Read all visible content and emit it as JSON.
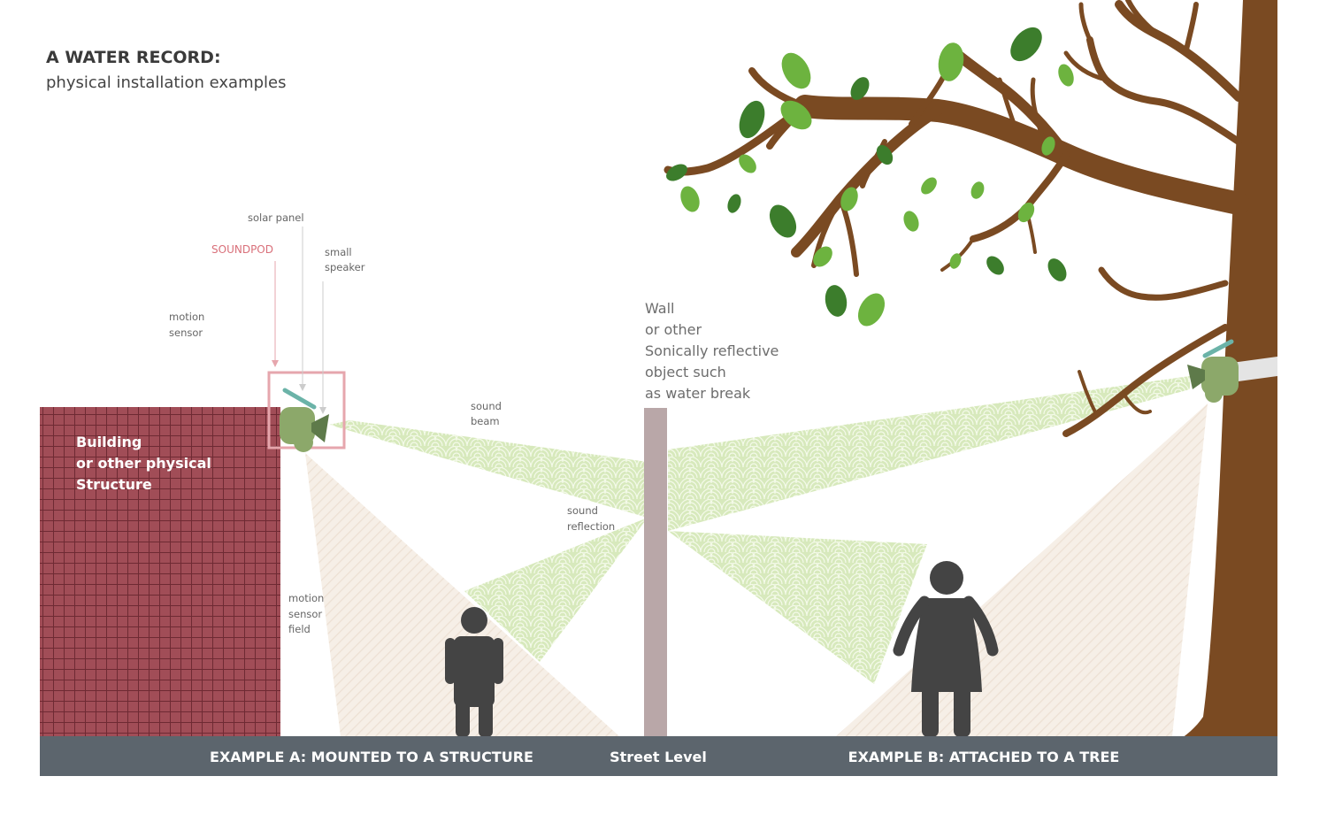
{
  "title": {
    "main": "A WATER RECORD:",
    "sub": "physical installation examples"
  },
  "labels": {
    "solar_panel": "solar panel",
    "soundpod": "SOUNDPOD",
    "small_speaker": [
      "small",
      "speaker"
    ],
    "motion_sensor": [
      "motion",
      "sensor"
    ],
    "sound_beam": [
      "sound",
      "beam"
    ],
    "sound_reflection": [
      "sound",
      "reflection"
    ],
    "motion_sensor_field": [
      "motion",
      "sensor",
      "field"
    ],
    "building": [
      "Building",
      "or other physical",
      "Structure"
    ],
    "wall": [
      "Wall",
      "or other",
      "Sonically reflective",
      "object such",
      "as water break"
    ]
  },
  "street": {
    "example_a": "EXAMPLE A: MOUNTED TO A STRUCTURE",
    "center": "Street Level",
    "example_b": "EXAMPLE B: ATTACHED TO A TREE"
  },
  "colors": {
    "building": "#a14d57",
    "street": "#5c656d",
    "wall": "#b9a7a8",
    "trunk": "#7a4a22",
    "leaf": "#6db33f",
    "leaf_dark": "#3c7d2c",
    "pod": "#8ca86a",
    "pod_dark": "#5e7a4a",
    "solar": "#6bb3a8",
    "beam": "#d5e8b8",
    "sensor_field": "#f1e6dc",
    "person": "#444444",
    "soundpod_highlight": "#e6a6ad"
  }
}
